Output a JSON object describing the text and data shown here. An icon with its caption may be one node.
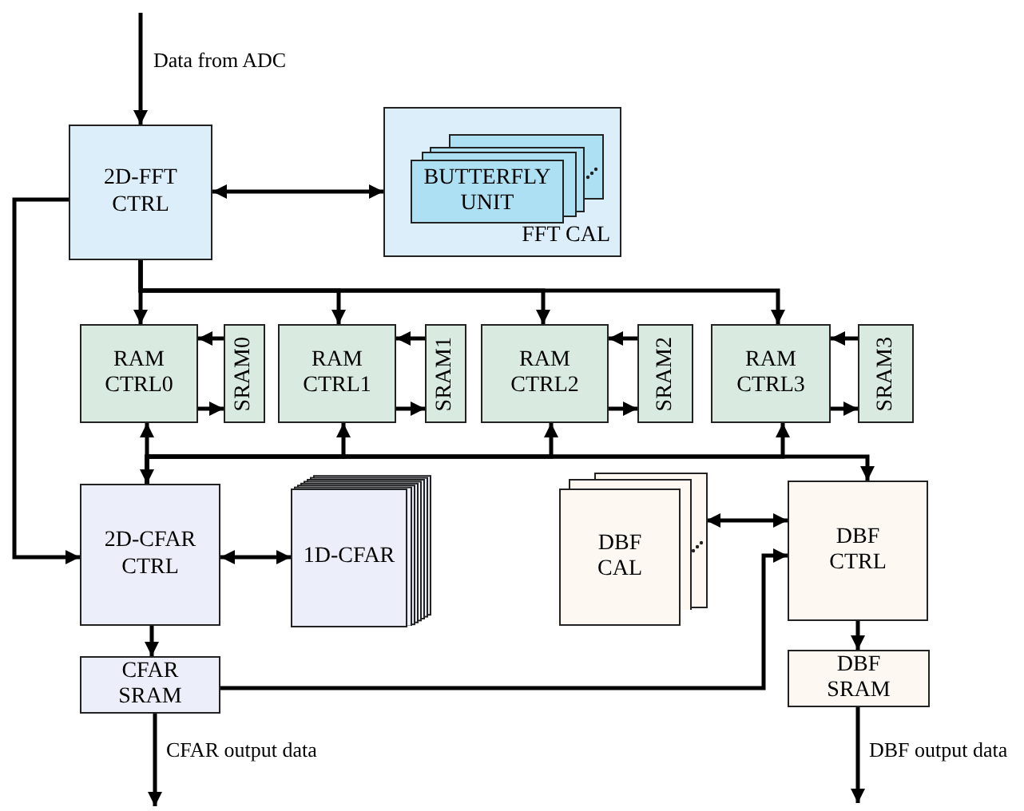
{
  "diagram": {
    "nodes": [
      {
        "text": [
          "2D-FFT CTRL"
        ]
      },
      {
        "text": [
          "FFT CAL"
        ]
      },
      {
        "text": [
          "BUTTERFLY UNIT"
        ],
        "in": 1
      },
      {
        "text": [
          "RAM CTRL0"
        ]
      },
      {
        "text": [
          "SRAM0"
        ]
      },
      {
        "text": [
          "RAM CTRL1"
        ]
      },
      {
        "text": [
          "SRAM1"
        ]
      },
      {
        "text": [
          "RAM CTRL2"
        ]
      },
      {
        "text": [
          "SRAM2"
        ]
      },
      {
        "text": [
          "RAM CTRL3"
        ]
      },
      {
        "text": [
          "SRAM3"
        ]
      },
      {
        "text": [
          "2D-CFAR CTRL"
        ]
      },
      {
        "text": [
          "1D-CFAR"
        ]
      },
      {
        "text": [
          "DBF CAL"
        ]
      },
      {
        "text": [
          "DBF CTRL"
        ]
      },
      {
        "text": [
          "CFAR SRAM"
        ]
      },
      {
        "text": [
          "DBF SRAM"
        ]
      }
    ],
    "edges": [
      {
        "from": null,
        "to": 0,
        "arrow": "to",
        "label": "Data from ADC"
      },
      {
        "from": 0,
        "to": 1,
        "arrow": "both"
      },
      {
        "from": 0,
        "to": 3,
        "arrow": "to"
      },
      {
        "from": 0,
        "to": 5,
        "arrow": "to"
      },
      {
        "from": 0,
        "to": 7,
        "arrow": "to"
      },
      {
        "from": 0,
        "to": 9,
        "arrow": "to"
      },
      {
        "from": 0,
        "to": 11,
        "arrow": "to"
      },
      {
        "from": 4,
        "to": 3,
        "arrow": "to"
      },
      {
        "from": 3,
        "to": 4,
        "arrow": "to"
      },
      {
        "from": 6,
        "to": 5,
        "arrow": "to"
      },
      {
        "from": 5,
        "to": 6,
        "arrow": "to"
      },
      {
        "from": 8,
        "to": 7,
        "arrow": "to"
      },
      {
        "from": 7,
        "to": 8,
        "arrow": "to"
      },
      {
        "from": 10,
        "to": 9,
        "arrow": "to"
      },
      {
        "from": 9,
        "to": 10,
        "arrow": "to"
      },
      {
        "from": 11,
        "to": 3,
        "arrow": "both"
      },
      {
        "from": 11,
        "to": 5,
        "arrow": "to"
      },
      {
        "from": 11,
        "to": 7,
        "arrow": "to"
      },
      {
        "from": 11,
        "to": 9,
        "arrow": "to"
      },
      {
        "from": 11,
        "to": 14,
        "arrow": "to"
      },
      {
        "from": 11,
        "to": 12,
        "arrow": "both"
      },
      {
        "from": 13,
        "to": 14,
        "arrow": "both"
      },
      {
        "from": 15,
        "to": 14,
        "arrow": "to"
      },
      {
        "from": 11,
        "to": 15,
        "arrow": "to"
      },
      {
        "from": 14,
        "to": 16,
        "arrow": "to"
      },
      {
        "from": 15,
        "to": null,
        "arrow": "to",
        "label": "CFAR output data"
      },
      {
        "from": 16,
        "to": null,
        "arrow": "to",
        "label": "DBF output data"
      }
    ]
  }
}
